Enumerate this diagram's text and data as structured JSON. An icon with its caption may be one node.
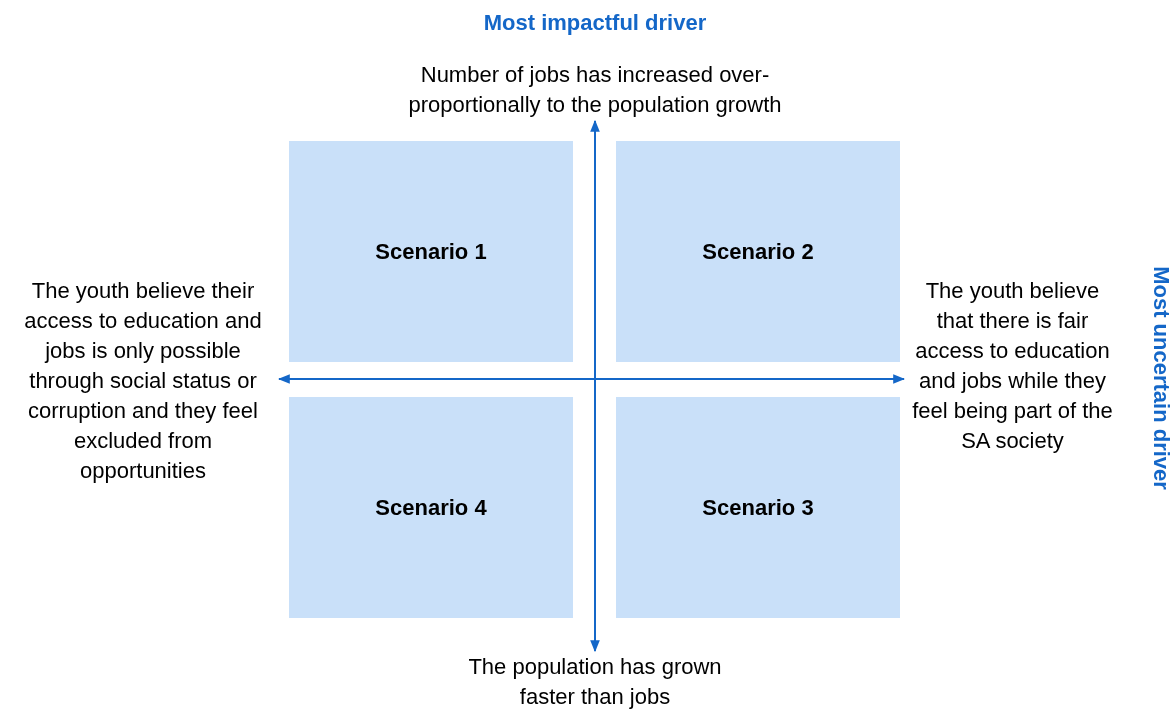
{
  "diagram": {
    "nodes": [
      {
        "text": [
          "Scenario 1"
        ]
      },
      {
        "text": [
          "Scenario 2"
        ]
      },
      {
        "text": [
          "Scenario 4"
        ]
      },
      {
        "text": [
          "Scenario 3"
        ]
      },
      {
        "text": [
          "Number of jobs has increased over-proportionally to the population growth"
        ]
      },
      {
        "text": [
          "The youth believe their access to education and jobs is only possible through social status or corruption and they feel excluded from opportunities"
        ]
      },
      {
        "text": [
          "The youth believe that there is fair access to education and jobs while they feel being part of the SA society"
        ]
      },
      {
        "text": [
          "The population has grown faster than jobs"
        ]
      }
    ],
    "edges": [
      {
        "from": 4,
        "to": 7,
        "arrow": "both"
      },
      {
        "from": 5,
        "to": 6,
        "arrow": "both"
      }
    ],
    "labels": [
      "Most impactful driver",
      "Most uncertain driver"
    ]
  }
}
